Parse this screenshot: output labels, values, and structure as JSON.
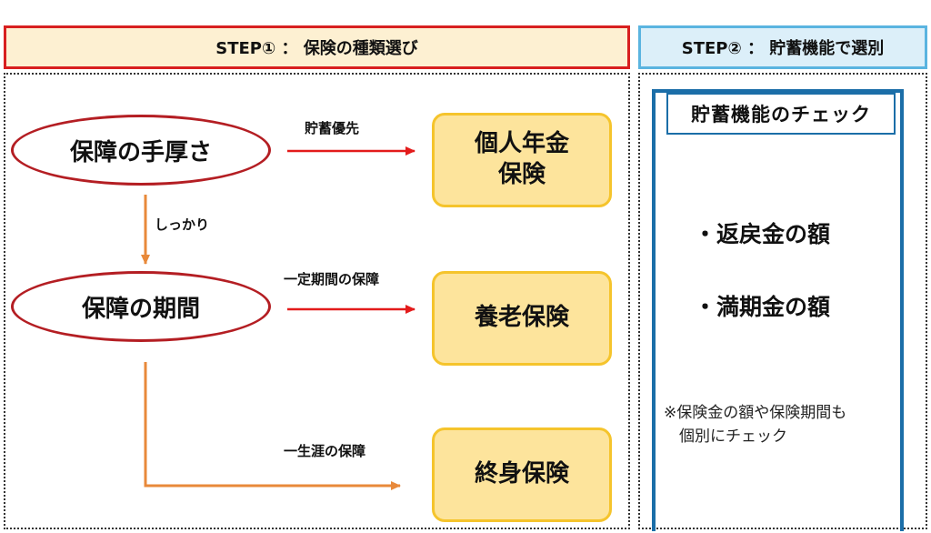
{
  "step1": {
    "header": "STEP① ： 保険の種類選び"
  },
  "step2": {
    "header": "STEP② ： 貯蓄機能で選別"
  },
  "diagram": {
    "node_thick": "保障の手厚さ",
    "node_period": "保障の期間",
    "box_pension": "個人年金\n保険",
    "box_endowment": "養老保険",
    "box_whole_life": "終身保険",
    "label_savings_first": "貯蓄優先",
    "label_solid": "しっかり",
    "label_fixed_period": "一定期間の保障",
    "label_lifetime": "一生涯の保障"
  },
  "check": {
    "title": "貯蓄機能のチェック",
    "item1": "・返戻金の額",
    "item2": "・満期金の額",
    "note": "※保険金の額や保険期間も\n　個別にチェック"
  },
  "colors": {
    "red_arrow": "#e31b1b",
    "orange_arrow": "#e8893a",
    "step1_border": "#d81f1f",
    "step2_border": "#5ab4e0",
    "box_fill": "#fde49c",
    "box_border": "#f5c42c",
    "check_border": "#1b6ea8"
  }
}
